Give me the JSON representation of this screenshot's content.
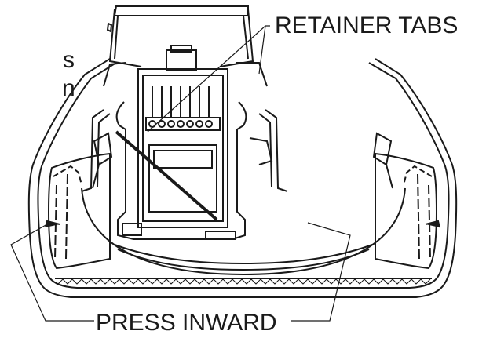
{
  "diagram": {
    "callouts": {
      "retainer_tabs": "RETAINER TABS",
      "press_inward": "PRESS INWARD"
    },
    "cutoff_text": {
      "line1": "s",
      "line2": "n"
    },
    "colors": {
      "line": "#1a1a1a",
      "background": "#ffffff"
    }
  }
}
